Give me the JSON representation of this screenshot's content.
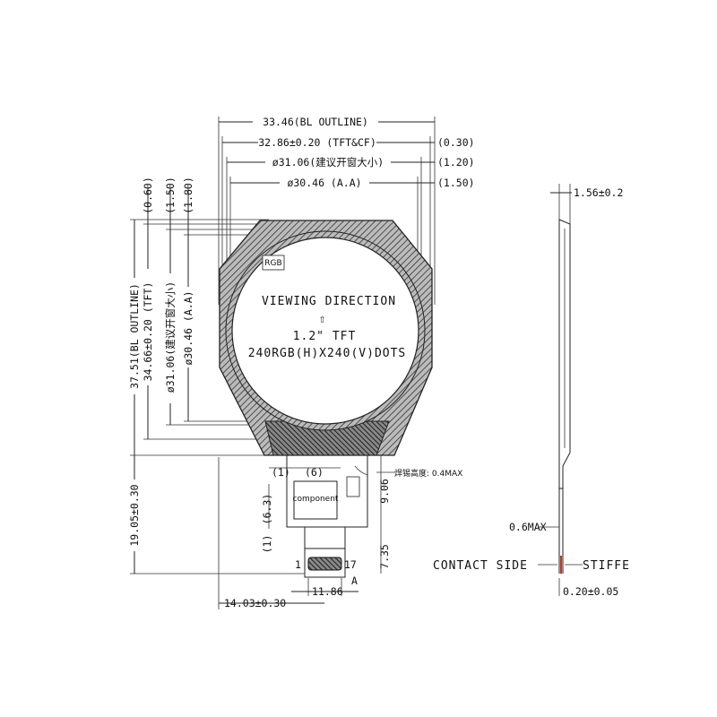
{
  "front_view": {
    "top_dims": {
      "bl_outline": "33.46(BL OUTLINE)",
      "tft_cf": "32.86±0.20 (TFT&CF)",
      "open_window": "ø31.06(建议开窗大小)",
      "active_area": "ø30.46 (A.A)",
      "margin_030": "(0.30)",
      "margin_120": "(1.20)",
      "margin_150": "(1.50)"
    },
    "left_dims": {
      "bl_outline": "37.51(BL OUTLINE)",
      "tft": "34.66±0.20 (TFT)",
      "open_window": "ø31.06(建议开窗大小)",
      "active_area": "ø30.46 (A.A)",
      "margin_060": "(0.60)",
      "margin_150": "(1.50)",
      "margin_180": "(1.80)"
    },
    "screen_text": {
      "rgb_mark": "RGB",
      "viewing_direction": "VIEWING DIRECTION",
      "arrow": "⇧",
      "size": "1.2\"  TFT",
      "resolution": "240RGB(H)X240(V)DOTS"
    },
    "fpc": {
      "component": "component",
      "solder_note": "焊锡高度: 0.4MAX",
      "dim_1_top": "(1)",
      "dim_6": "(6)",
      "dim_6_3": "(6.3)",
      "dim_1_side": "(1)",
      "dim_9_06": "9.06",
      "dim_7_35": "7.35",
      "dim_19_05": "19.05±0.30",
      "pin_first": "1",
      "pin_last": "17",
      "dim_11_86": "11.86",
      "label_a": "A",
      "dim_14_03": "14.03±0.30"
    }
  },
  "side_view": {
    "thickness": "1.56±0.2",
    "max_06": "0.6MAX",
    "contact_side": "CONTACT SIDE",
    "stiffener": "STIFFE",
    "stiffener_thk": "0.20±0.05"
  }
}
